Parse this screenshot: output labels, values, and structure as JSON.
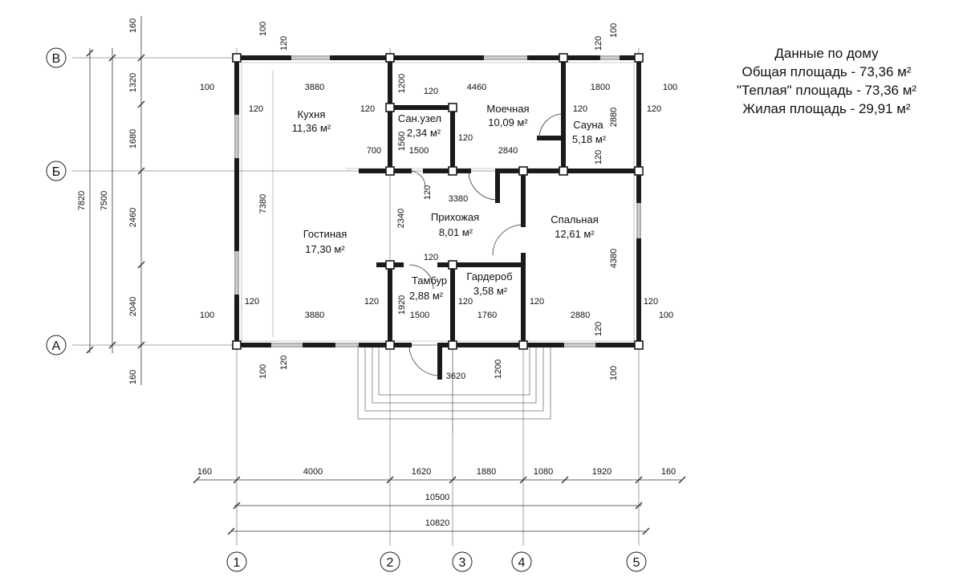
{
  "info": {
    "title": "Данные по дому",
    "total_area": "Общая площадь - 73,36 м²",
    "warm_area": "\"Теплая\" площадь - 73,36 м²",
    "living_area": "Жилая площадь - 29,91 м²"
  },
  "rooms": {
    "kitchen": {
      "name": "Кухня",
      "area": "11,36 м²"
    },
    "bathroom": {
      "name": "Сан.узел",
      "area": "2,34 м²"
    },
    "washroom": {
      "name": "Моечная",
      "area": "10,09 м²"
    },
    "sauna": {
      "name": "Сауна",
      "area": "5,18 м²"
    },
    "living": {
      "name": "Гостиная",
      "area": "17,30 м²"
    },
    "hall": {
      "name": "Прихожая",
      "area": "8,01 м²"
    },
    "bedroom": {
      "name": "Спальная",
      "area": "12,61 м²"
    },
    "vestibule": {
      "name": "Тамбур",
      "area": "2,88 м²"
    },
    "wardrobe": {
      "name": "Гардероб",
      "area": "3,58 м²"
    }
  },
  "axes": {
    "rows": [
      "В",
      "Б",
      "А"
    ],
    "cols": [
      "1",
      "2",
      "3",
      "4",
      "5"
    ]
  },
  "dims": {
    "bottom_chain": [
      "160",
      "4000",
      "1620",
      "1880",
      "1080",
      "1920",
      "160"
    ],
    "overall_inner": "10500",
    "overall_outer": "10820",
    "left_chain": [
      "160",
      "1320",
      "1680",
      "2460",
      "2040",
      "160"
    ],
    "left_top_offset": "100",
    "height_inner": "7500",
    "height_outer": "7820",
    "wall_120": "120",
    "wall_100": "100",
    "top_row": [
      "100",
      "3880",
      "1200",
      "4460",
      "1800",
      "100"
    ],
    "mid_row": [
      "700",
      "1500",
      "2840"
    ],
    "hall_width": "3380",
    "lower_row": [
      "100",
      "3880",
      "1500",
      "1760",
      "2880",
      "100"
    ],
    "v_1560": "1560",
    "v_7380": "7380",
    "v_2880": "2880",
    "v_2340": "2340",
    "v_1920": "1920",
    "v_4380": "4380",
    "porch_width": "3620",
    "porch_depth": "1200"
  }
}
